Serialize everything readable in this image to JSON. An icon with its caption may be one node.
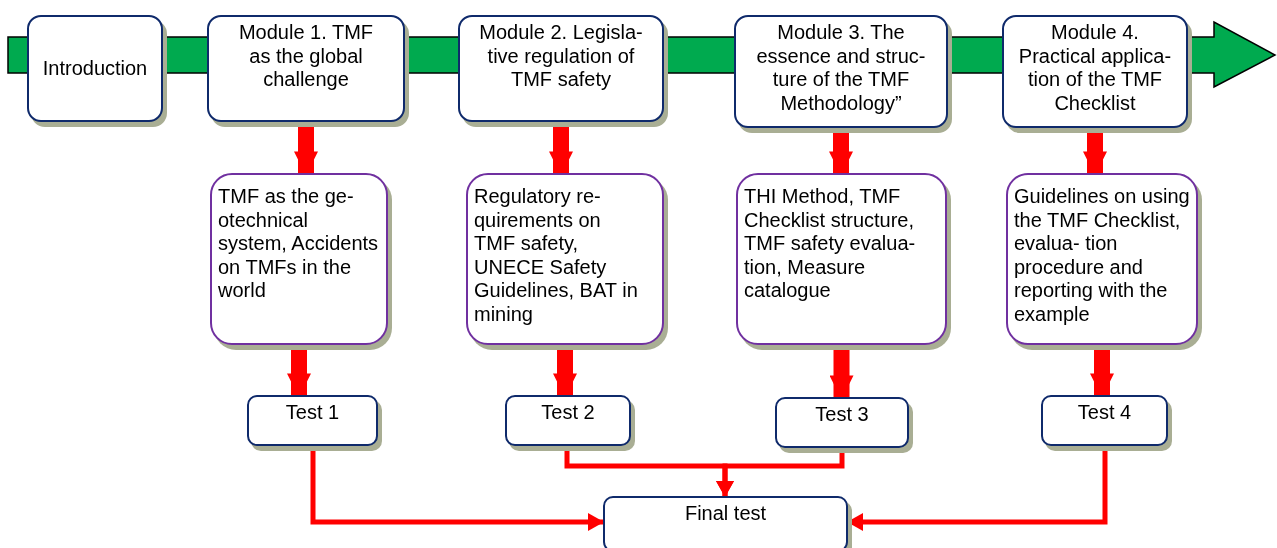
{
  "diagram": {
    "nodes": [
      {
        "text": [
          "Introduction"
        ]
      },
      {
        "text": [
          "Module 1. TMF as the global challenge"
        ]
      },
      {
        "text": [
          "Module 2. Legisla- tive regulation of TMF safety"
        ]
      },
      {
        "text": [
          "Module 3. The essence and struc- ture of the TMF Methodology”"
        ]
      },
      {
        "text": [
          "Module 4. Practical applica- tion of the TMF Checklist"
        ]
      },
      {
        "text": [
          "TMF as the ge- otechnical system, Accidents on TMFs in the world"
        ]
      },
      {
        "text": [
          "Regulatory re- quirements on TMF safety, UNECE Safety Guidelines, BAT in mining"
        ]
      },
      {
        "text": [
          "THI Method, TMF Checklist structure, TMF safety evalua- tion, Measure catalogue"
        ]
      },
      {
        "text": [
          "Guidelines on using the TMF Checklist, evalua- tion procedure and reporting with the example"
        ]
      },
      {
        "text": [
          "Test 1"
        ]
      },
      {
        "text": [
          "Test 2"
        ]
      },
      {
        "text": [
          "Test 3"
        ]
      },
      {
        "text": [
          "Test 4"
        ]
      },
      {
        "text": [
          "Final test"
        ]
      }
    ],
    "edges": [
      {
        "from": 1,
        "to": 5,
        "arrow": "to"
      },
      {
        "from": 2,
        "to": 6,
        "arrow": "to"
      },
      {
        "from": 3,
        "to": 7,
        "arrow": "to"
      },
      {
        "from": 4,
        "to": 8,
        "arrow": "to"
      },
      {
        "from": 5,
        "to": 9,
        "arrow": "to"
      },
      {
        "from": 6,
        "to": 10,
        "arrow": "to"
      },
      {
        "from": 7,
        "to": 11,
        "arrow": "to"
      },
      {
        "from": 8,
        "to": 12,
        "arrow": "to"
      },
      {
        "from": 9,
        "to": 13,
        "arrow": "to"
      },
      {
        "from": 10,
        "to": 13,
        "arrow": "to"
      },
      {
        "from": 11,
        "to": 13,
        "arrow": "to"
      },
      {
        "from": 12,
        "to": 13,
        "arrow": "to"
      }
    ]
  }
}
